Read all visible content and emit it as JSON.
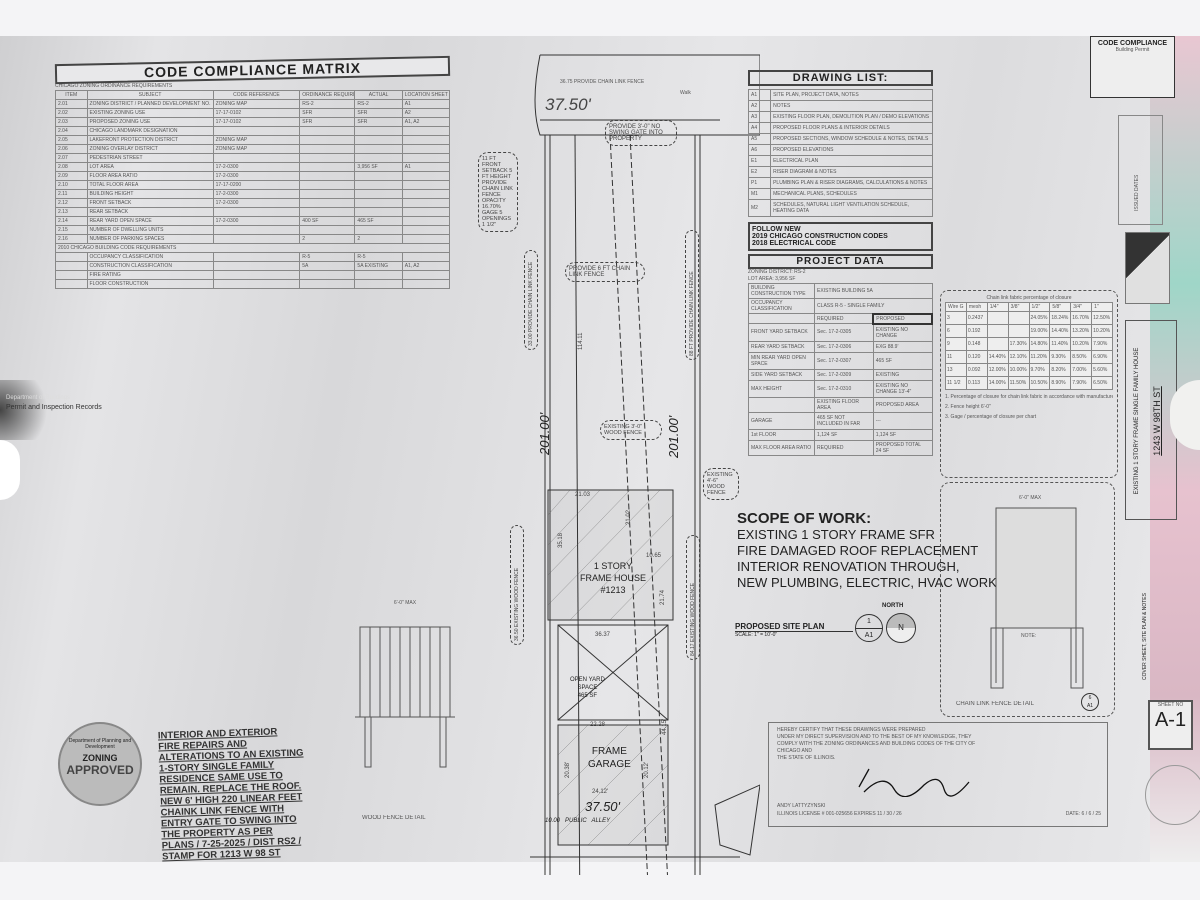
{
  "matrix": {
    "title": "CODE COMPLIANCE MATRIX",
    "section1": "CHICAGO ZONING ORDINANCE REQUIREMENTS",
    "headers": [
      "ITEM",
      "SUBJECT",
      "CODE REFERENCE",
      "ORDINANCE REQUIREMENT",
      "ACTUAL",
      "LOCATION SHEET NO"
    ],
    "rows": [
      [
        "2.01",
        "ZONING DISTRICT / PLANNED DEVELOPMENT NO.",
        "ZONING MAP",
        "RS-2",
        "RS-2",
        "A1"
      ],
      [
        "2.02",
        "EXISTING ZONING USE",
        "17-17-0102",
        "SFR",
        "SFR",
        "A2"
      ],
      [
        "2.03",
        "PROPOSED ZONING USE",
        "17-17-0102",
        "SFR",
        "SFR",
        "A1, A2"
      ],
      [
        "2.04",
        "CHICAGO LANDMARK DESIGNATION",
        "",
        "",
        "",
        ""
      ],
      [
        "2.05",
        "LAKEFRONT PROTECTION DISTRICT",
        "ZONING MAP",
        "",
        "",
        ""
      ],
      [
        "2.06",
        "ZONING OVERLAY DISTRICT",
        "ZONING MAP",
        "",
        "",
        ""
      ],
      [
        "2.07",
        "PEDESTRIAN STREET",
        "",
        "",
        "",
        ""
      ],
      [
        "2.08",
        "LOT AREA",
        "17-2-0300",
        "",
        "3,956 SF",
        "A1"
      ],
      [
        "2.09",
        "FLOOR AREA RATIO",
        "17-2-0300",
        "",
        "",
        ""
      ],
      [
        "2.10",
        "TOTAL FLOOR AREA",
        "17-17-0200",
        "",
        "",
        ""
      ],
      [
        "2.11",
        "BUILDING HEIGHT",
        "17-2-0300",
        "",
        "",
        ""
      ],
      [
        "2.12",
        "FRONT SETBACK",
        "17-2-0300",
        "",
        "",
        ""
      ],
      [
        "2.13",
        "REAR SETBACK",
        "",
        "",
        "",
        ""
      ],
      [
        "2.14",
        "REAR YARD OPEN SPACE",
        "17-2-0300",
        "400 SF",
        "465 SF",
        ""
      ],
      [
        "2.15",
        "NUMBER OF DWELLING UNITS",
        "",
        "",
        "",
        ""
      ],
      [
        "2.16",
        "NUMBER OF PARKING SPACES",
        "",
        "2",
        "2",
        ""
      ]
    ],
    "section2": "2010 CHICAGO BUILDING CODE REQUIREMENTS",
    "rows2": [
      [
        "",
        "OCCUPANCY CLASSIFICATION",
        "",
        "R-5",
        "R-5",
        ""
      ],
      [
        "",
        "CONSTRUCTION CLASSIFICATION",
        "",
        "5A",
        "5A EXISTING",
        "A1, A2"
      ],
      [
        "",
        "FIRE RATING",
        "",
        "",
        "",
        ""
      ],
      [
        "",
        "FLOOR CONSTRUCTION",
        "",
        "",
        "",
        ""
      ]
    ]
  },
  "stamp": {
    "label": "ZONING",
    "status": "APPROVED",
    "caption": "Department of Planning and Development"
  },
  "zoning_note": [
    "INTERIOR AND EXTERIOR",
    "FIRE REPAIRS AND",
    "ALTERATIONS TO AN EXISTING",
    "1-STORY SINGLE FAMILY",
    "RESIDENCE SAME USE TO",
    "REMAIN. REPLACE THE ROOF.",
    "NEW 6' HIGH 220 LINEAR FEET",
    "CHAINK LINK FENCE WITH",
    "ENTRY GATE TO SWING INTO",
    "THE PROPERTY AS PER",
    "PLANS / 7-25-2025 / DIST RS2 /",
    "STAMP FOR 1213 W 98 ST"
  ],
  "wood_fence": {
    "title": "WOOD FENCE DETAIL",
    "height": "6'-0\" MAX"
  },
  "site": {
    "front_width": "37.50'",
    "front_fence": "36.75 PROVIDE CHAIN LINK FENCE",
    "walk": "Walk",
    "gate_note": "PROVIDE 3'-0\" NO SWING GATE INTO PROPERTY",
    "setback_note": "11 FT FRONT SETBACK 5 FT HEIGHT PROVIDE CHAIN LINK FENCE OPACITY 16.70% GAGE 5 OPENINGS 1 1/2\"",
    "fence_left": "33.00 PROVIDE CHAIN LINK FENCE",
    "fence_mid": "PROVIDE 6 FT CHAIN LINK FENCE",
    "fence_right": "88 FT PROVIDE CHAIN LINK FENCE",
    "side_left": "201.00'",
    "side_right": "201.00'",
    "depth": "114.11",
    "wood_fence": "EXISTING 3'-0\" WOOD FENCE",
    "wood_fence2": "EXISTING 4'-6\" WOOD FENCE",
    "wood_left": "36.50 EXISTING WOOD FENCE",
    "wood_right": "84.17 EXISTING WOOD FENCE",
    "house": [
      "1 STORY",
      "FRAME HOUSE",
      "#1213"
    ],
    "house_dims": [
      "21.03",
      "35.18",
      "21.02",
      "10.65",
      "21.74",
      "36.37"
    ],
    "yard": [
      "OPEN YARD",
      "SPACE",
      "465 SF"
    ],
    "garage": [
      "FRAME",
      "GARAGE"
    ],
    "garage_dims": [
      "22.28",
      "20.38'",
      "20.12'",
      "24.12'",
      "44.15'"
    ],
    "rear_width": "37.50'",
    "alley": "10.00   PUBLIC   ALLEY"
  },
  "drawing_list": {
    "title": "DRAWING LIST:",
    "items": [
      [
        "A1",
        "SITE PLAN, PROJECT DATA, NOTES"
      ],
      [
        "A2",
        "NOTES"
      ],
      [
        "A3",
        "EXISTING FLOOR PLAN, DEMOLITION PLAN / DEMO ELEVATIONS"
      ],
      [
        "A4",
        "PROPOSED FLOOR PLANS & INTERIOR DETAILS"
      ],
      [
        "A5",
        "PROPOSED SECTIONS, WINDOW SCHEDULE & NOTES, DETAILS"
      ],
      [
        "A6",
        "PROPOSED ELEVATIONS"
      ],
      [
        "E1",
        "ELECTRICAL PLAN"
      ],
      [
        "E2",
        "RISER DIAGRAM & NOTES"
      ],
      [
        "P1",
        "PLUMBING PLAN & RISER DIAGRAMS, CALCULATIONS & NOTES"
      ],
      [
        "M1",
        "MECHANICAL PLANS, SCHEDULES"
      ],
      [
        "M2",
        "SCHEDULES, NATURAL LIGHT VENTILATION SCHEDULE, HEATING DATA"
      ]
    ],
    "follow": [
      "FOLLOW NEW",
      "2019 CHICAGO CONSTRUCTION CODES",
      "2018 ELECTRICAL CODE"
    ]
  },
  "project_data": {
    "title": "PROJECT DATA",
    "lines": [
      "ZONING DISTRICT: RS-2",
      "LOT AREA: 3,956 SF"
    ],
    "rows": [
      [
        "BUILDING CONSTRUCTION TYPE",
        "EXISTING BUILDING 5A"
      ],
      [
        "OCCUPANCY CLASSIFICATION",
        "CLASS R-5 - SINGLE FAMILY"
      ]
    ],
    "col_required": "REQUIRED",
    "col_proposed": "PROPOSED",
    "setbacks": [
      [
        "FRONT YARD SETBACK",
        "Sec. 17-2-0305",
        "EXISTING NO CHANGE"
      ],
      [
        "REAR YARD SETBACK",
        "Sec. 17-2-0306",
        "EXG 88.9'"
      ],
      [
        "MIN REAR YARD OPEN SPACE",
        "Sec. 17-2-0307",
        "465 SF"
      ],
      [
        "SIDE YARD SETBACK",
        "Sec. 17-2-0309",
        "EXISTING"
      ],
      [
        "MAX HEIGHT",
        "Sec. 17-2-0310",
        "EXISTING NO CHANGE 13'-4\""
      ]
    ],
    "area_head": [
      "EXISTING FLOOR AREA",
      "PROPOSED AREA"
    ],
    "areas": [
      [
        "GARAGE",
        "465 SF NOT INCLUDED IN FAR",
        "---"
      ],
      [
        "1st FLOOR",
        "1,124 SF",
        "1,124 SF"
      ]
    ],
    "far": [
      "MAX FLOOR AREA RATIO",
      "REQUIRED",
      "PROPOSED TOTAL",
      "24 SF"
    ]
  },
  "chain_table": {
    "title": "Chain link fabric percentage of closure",
    "headers": [
      "Wire G",
      "mesh",
      "1/4\"",
      "3/8\"",
      "1/2\"",
      "5/8\"",
      "3/4\"",
      "1\""
    ],
    "rows": [
      [
        "3",
        "0.2437",
        "",
        "",
        "24.05%",
        "18.24%",
        "16.70%",
        "12.50%"
      ],
      [
        "6",
        "0.192",
        "",
        "",
        "19.00%",
        "14.40%",
        "13.20%",
        "10.20%"
      ],
      [
        "9",
        "0.148",
        "",
        "17.30%",
        "14.80%",
        "11.40%",
        "10.20%",
        "7.90%"
      ],
      [
        "11",
        "0.120",
        "14.40%",
        "12.10%",
        "11.20%",
        "9.30%",
        "8.50%",
        "6.90%"
      ],
      [
        "13",
        "0.092",
        "12.00%",
        "10.00%",
        "9.70%",
        "8.20%",
        "7.00%",
        "5.60%"
      ],
      [
        "11 1/2",
        "0.113",
        "14.00%",
        "11.50%",
        "10.50%",
        "8.90%",
        "7.90%",
        "6.50%"
      ]
    ],
    "notes": [
      "1. Percentage of closure for chain link fabric in accordance with manufacturer specification.",
      "2. Fence height 6'-0\"",
      "3. Gage / percentage of closure per chart"
    ]
  },
  "scope": {
    "title": "SCOPE OF WORK:",
    "lines": [
      "EXISTING 1  STORY  FRAME SFR",
      "FIRE DAMAGED ROOF REPLACEMENT",
      "INTERIOR RENOVATION THROUGH,",
      "NEW PLUMBING, ELECTRIC, HVAC WORK."
    ]
  },
  "site_plan_label": {
    "title": "PROPOSED SITE PLAN",
    "scale": "SCALE: 1\" = 10'-0\"",
    "num": "1",
    "sheet": "A1",
    "north": "NORTH",
    "n": "N"
  },
  "fence_detail": {
    "title": "CHAIN LINK FENCE DETAIL",
    "height": "6'-0\" MAX",
    "note": "NOTE:",
    "num": "6",
    "sheet": "A1"
  },
  "certification": {
    "lines": [
      "HEREBY CERTIFY THAT THESE DRAWINGS WERE PREPARED",
      "UNDER MY DIRECT SUPERVISION AND TO THE BEST OF MY KNOWLEDGE, THEY",
      "COMPLY WITH THE ZONING ORDINANCES AND BUILDING CODES OF THE CITY OF",
      "CHICAGO AND",
      "THE STATE OF ILLINOIS."
    ],
    "architect": "ANDY LATTYZYNSKI",
    "license": "ILLINOIS LICENSE # 001-025656 EXPIRES 11 / 30 / 26",
    "date_label": "DATE: 6 / 6 / 25"
  },
  "title_block": {
    "project": "EXISTING 1 STORY FRAME SINGLE FAMILY HOUSE",
    "address": "1243 W 98TH ST",
    "drawing": "COVER SHEET, SITE PLAN & NOTES",
    "sheet_label": "SHEET NO",
    "sheet_no": "A-1",
    "issued": "ISSUED DATES",
    "corner_title": "CODE COMPLIANCE",
    "corner_sub": "Building Permit"
  },
  "left_page": {
    "title": "Permit and Inspection Records",
    "subtitle": "Department of Buildings"
  }
}
